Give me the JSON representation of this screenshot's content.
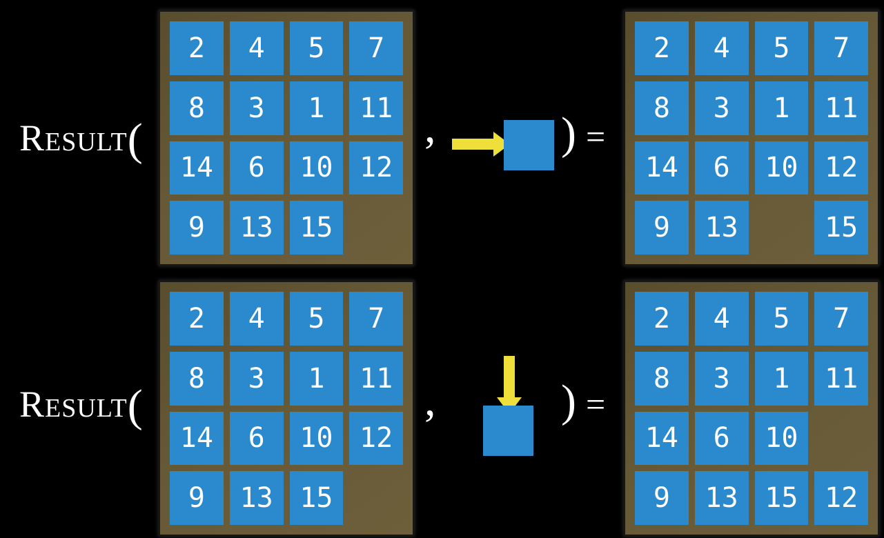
{
  "function_label": "Result",
  "punctuation": {
    "open_paren": "(",
    "comma": ",",
    "close_paren": ")",
    "equals": "="
  },
  "colors": {
    "background": "#000000",
    "tile_blue": "#2a8acd",
    "frame_brown": "#665936",
    "arrow_yellow": "#efdf3b",
    "text_white": "#ffffff"
  },
  "equations": [
    {
      "id": "move-right",
      "arrow_icon": "arrow-right-icon",
      "input_grid": [
        [
          2,
          4,
          5,
          7
        ],
        [
          8,
          3,
          1,
          11
        ],
        [
          14,
          6,
          10,
          12
        ],
        [
          9,
          13,
          15,
          null
        ]
      ],
      "output_grid": [
        [
          2,
          4,
          5,
          7
        ],
        [
          8,
          3,
          1,
          11
        ],
        [
          14,
          6,
          10,
          12
        ],
        [
          9,
          13,
          null,
          15
        ]
      ]
    },
    {
      "id": "move-down",
      "arrow_icon": "arrow-down-icon",
      "input_grid": [
        [
          2,
          4,
          5,
          7
        ],
        [
          8,
          3,
          1,
          11
        ],
        [
          14,
          6,
          10,
          12
        ],
        [
          9,
          13,
          15,
          null
        ]
      ],
      "output_grid": [
        [
          2,
          4,
          5,
          7
        ],
        [
          8,
          3,
          1,
          11
        ],
        [
          14,
          6,
          10,
          null
        ],
        [
          9,
          13,
          15,
          12
        ]
      ]
    }
  ]
}
